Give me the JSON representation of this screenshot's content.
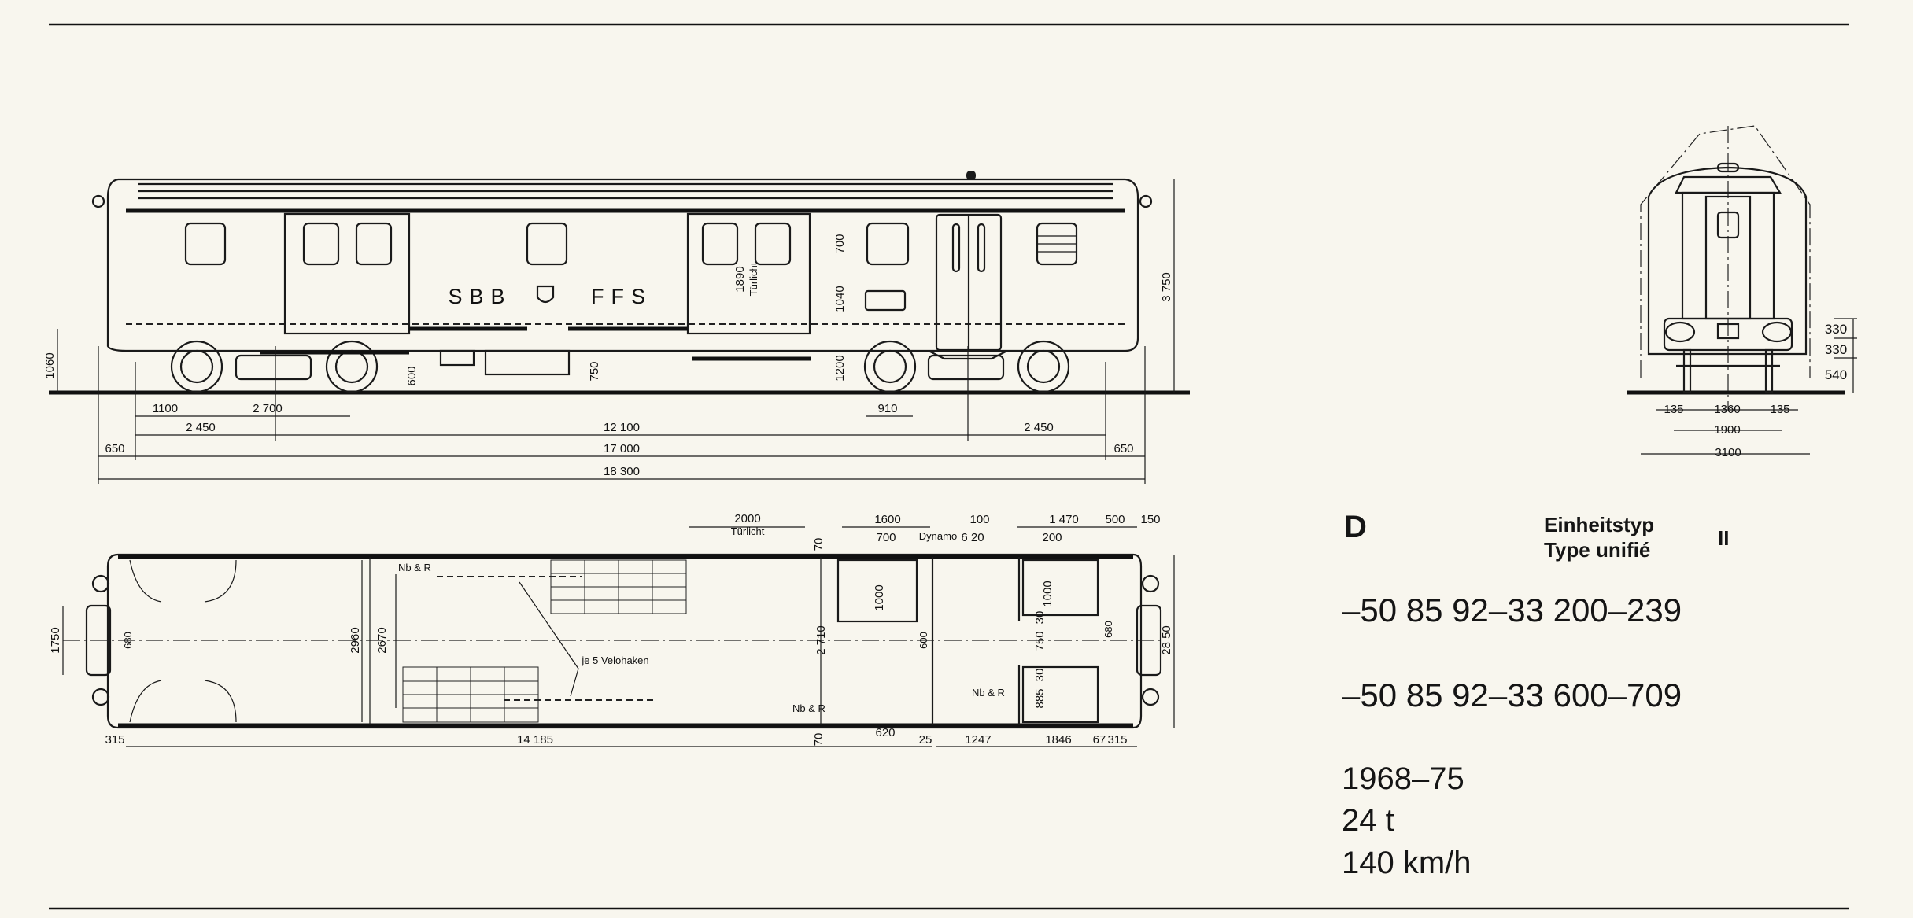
{
  "side_view": {
    "lettering_left": "SBB",
    "lettering_right": "FFS",
    "door_label": "Türlicht",
    "dimensions": {
      "d1100": "1100",
      "d2700": "2 700",
      "d910": "910",
      "d2450_l": "2 450",
      "d12100": "12 100",
      "d2450_r": "2 450",
      "d650_l": "650",
      "d17000": "17 000",
      "d650_r": "650",
      "d18300": "18 300",
      "d1060": "1060",
      "d600": "600",
      "d750": "750",
      "d1200": "1200",
      "d1040": "1040",
      "d700": "700",
      "d1890": "1890",
      "d3750": "3 750"
    }
  },
  "end_view": {
    "dimensions": {
      "d330a": "330",
      "d330b": "330",
      "d540": "540",
      "d135l": "135",
      "d1360": "1360",
      "d135r": "135",
      "d1900": "1900",
      "d3100": "3100"
    }
  },
  "plan_view": {
    "labels": {
      "turlicht": "Türlicht",
      "dynamo": "Dynamo",
      "nbr1": "Nb & R",
      "nbr2": "Nb & R",
      "nbr3": "Nb & R",
      "velohaken": "je 5 Velohaken"
    },
    "dimensions": {
      "d2000": "2000",
      "d1600": "1600",
      "d100": "100",
      "d1470": "1 470",
      "d500": "500",
      "d150": "150",
      "d700a": "700",
      "d620t": "6 20",
      "d700b": "200",
      "d70t": "70",
      "d70b": "70",
      "d1750": "1750",
      "d680l": "680",
      "d2960": "2960",
      "d2670": "2670",
      "d2710": "2 710",
      "d600": "600",
      "d1000a": "1000",
      "d1000b": "1000",
      "d30a": "30",
      "d750": "750",
      "d30b": "30",
      "d885": "885",
      "d680r": "680",
      "d2850": "28 50",
      "d315l": "315",
      "d14185": "14 185",
      "d620b": "620",
      "d25": "25",
      "d1247": "1247",
      "d1846": "1846",
      "d67": "67",
      "d315r": "315"
    }
  },
  "info": {
    "class_letter": "D",
    "type_de": "Einheitstyp",
    "type_fr": "Type unifié",
    "type_number": "II",
    "number_range_1": "–50 85 92–33 200–239",
    "number_range_2": "–50 85 92–33 600–709",
    "years": "1968–75",
    "weight": "24 t",
    "max_speed": "140 km/h"
  }
}
